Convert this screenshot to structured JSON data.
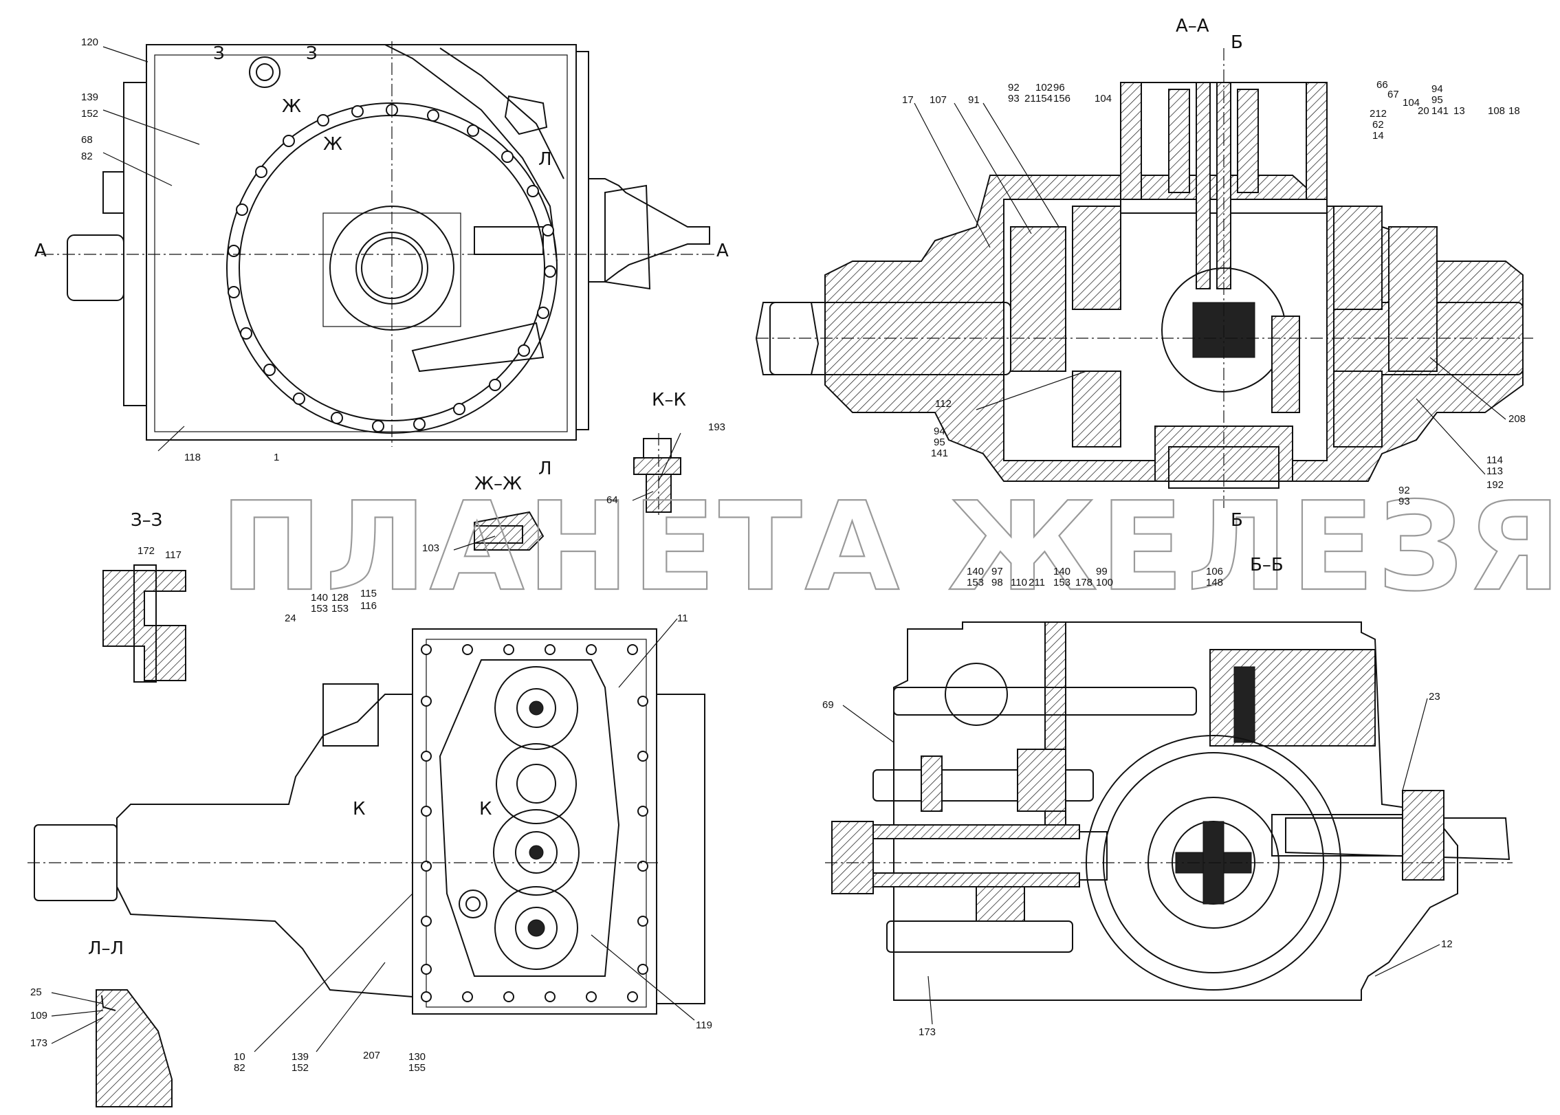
{
  "watermark": "ПЛАНЕТА ЖЕЛЕЗЯКА",
  "sections": {
    "aa": "А–А",
    "bb": "Б–Б",
    "kk": "К–К",
    "zhzh": "Ж–Ж",
    "zz": "З–З",
    "ll": "Л–Л"
  },
  "view_marks": {
    "a": "А",
    "b": "Б",
    "z": "З",
    "zh": "Ж",
    "l": "Л",
    "k": "К"
  },
  "labels": {
    "tl": [
      "120",
      "139",
      "152",
      "68",
      "82",
      "118",
      "1"
    ],
    "aa": [
      "17",
      "107",
      "91",
      "92",
      "93",
      "21",
      "102",
      "154",
      "96",
      "156",
      "104",
      "66",
      "67",
      "212",
      "62",
      "14",
      "104",
      "94",
      "95",
      "141",
      "20",
      "13",
      "108",
      "18",
      "112",
      "94",
      "95",
      "141",
      "208",
      "114",
      "113",
      "192",
      "92",
      "93"
    ],
    "kk": [
      "193",
      "64",
      "103"
    ],
    "zz": [
      "172",
      "117"
    ],
    "bl": [
      "24",
      "140",
      "153",
      "128",
      "153",
      "115",
      "116",
      "11",
      "10",
      "82",
      "139",
      "152",
      "207",
      "130",
      "155",
      "119"
    ],
    "ll": [
      "25",
      "109",
      "173"
    ],
    "bb": [
      "140",
      "153",
      "97",
      "98",
      "110",
      "211",
      "140",
      "153",
      "178",
      "99",
      "100",
      "106",
      "148",
      "69",
      "23",
      "12",
      "173"
    ]
  }
}
